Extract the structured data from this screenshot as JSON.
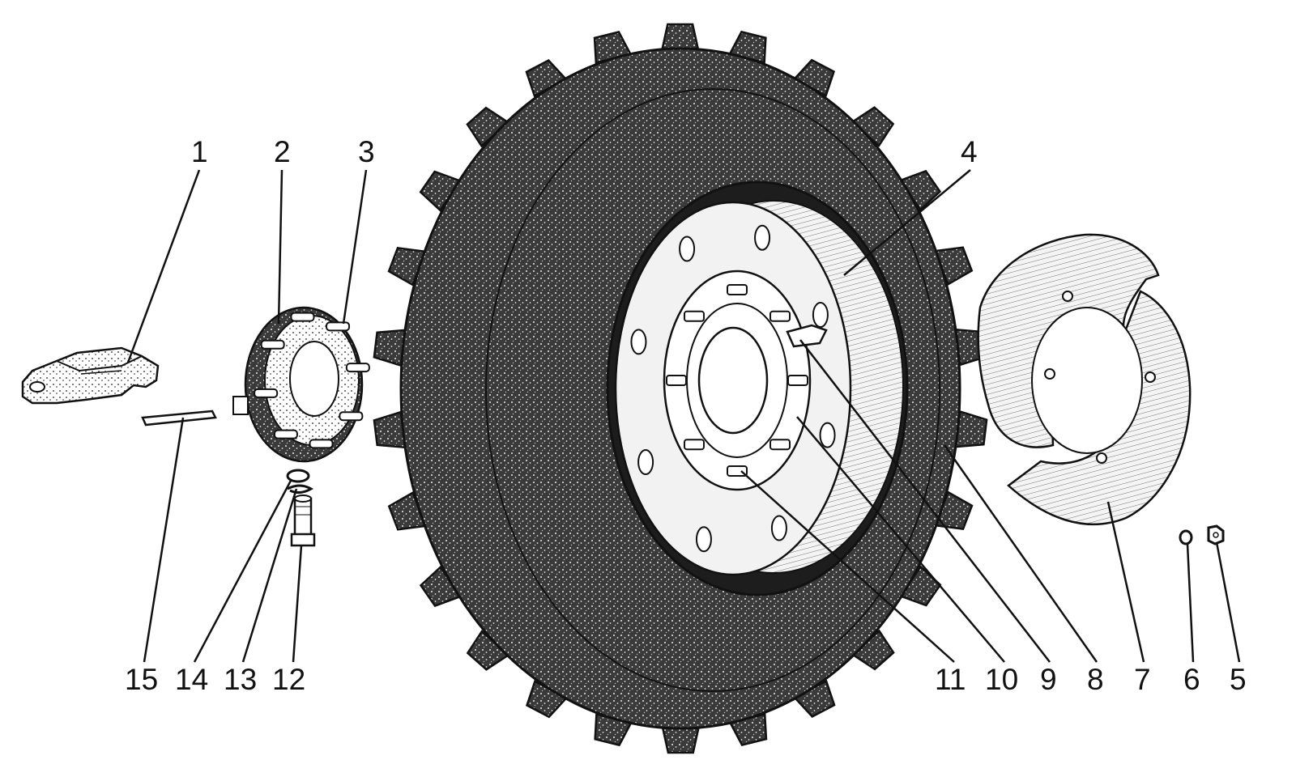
{
  "diagram": {
    "callouts": [
      {
        "id": "1",
        "label": "1"
      },
      {
        "id": "2",
        "label": "2"
      },
      {
        "id": "3",
        "label": "3"
      },
      {
        "id": "4",
        "label": "4"
      },
      {
        "id": "5",
        "label": "5"
      },
      {
        "id": "6",
        "label": "6"
      },
      {
        "id": "7",
        "label": "7"
      },
      {
        "id": "8",
        "label": "8"
      },
      {
        "id": "9",
        "label": "9"
      },
      {
        "id": "10",
        "label": "10"
      },
      {
        "id": "11",
        "label": "11"
      },
      {
        "id": "12",
        "label": "12"
      },
      {
        "id": "13",
        "label": "13"
      },
      {
        "id": "14",
        "label": "14"
      },
      {
        "id": "15",
        "label": "15"
      }
    ],
    "colors": {
      "ink": "#111111",
      "paper": "#ffffff",
      "metal": "#eeeeee",
      "rubber": "#2a2a2a"
    }
  }
}
